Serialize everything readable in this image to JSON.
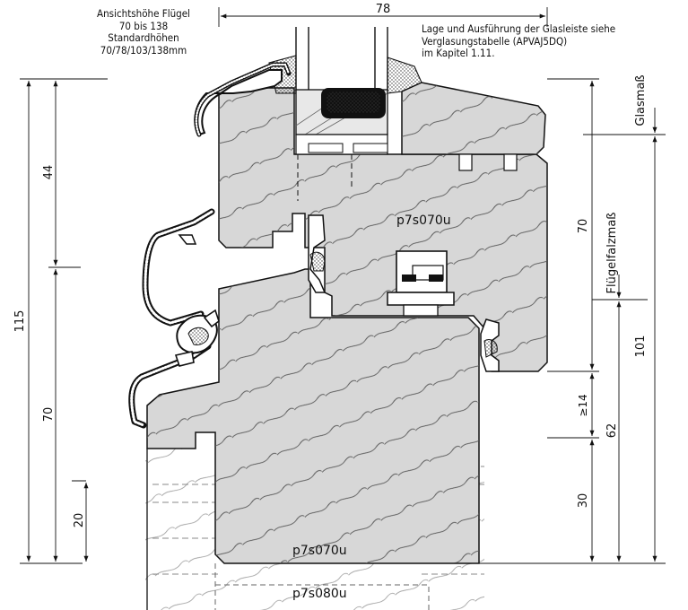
{
  "notes": {
    "top_left": [
      "Ansichtshöhe Flügel",
      "70 bis 138",
      "Standardhöhen",
      "70/78/103/138mm"
    ],
    "top_right": [
      "Lage und Ausführung der Glasleiste siehe",
      "Verglasungstabelle (APVAJ5DQ)",
      "im Kapitel 1.11."
    ]
  },
  "dimensions": {
    "top_width": "78",
    "left_total": "115",
    "left_upper": "44",
    "left_lower": "70",
    "left_bottom": "20",
    "right_glasmass": "Glasmaß",
    "right_70": "70",
    "right_fluegelfalzmass": "Flügelfalzmaß",
    "right_101": "101",
    "right_min14": "≥14",
    "right_62": "62",
    "right_30": "30"
  },
  "labels": {
    "sash_profile": "p7s070u",
    "frame_profile": "p7s070u",
    "frame_profile_alt": "p7s080u"
  },
  "colors": {
    "wood_fill": "#d7d7d7",
    "outline": "#111111",
    "grain": "#555555",
    "seal_fill": "#ffffff"
  }
}
